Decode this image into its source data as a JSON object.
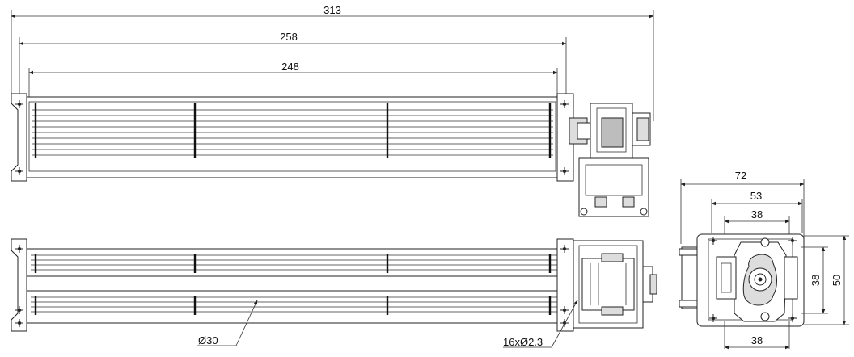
{
  "dimensions": {
    "overall_length": "313",
    "housing_length": "258",
    "impeller_length": "248",
    "impeller_diameter": "Ø30",
    "mount_holes": "16xØ2.3",
    "end_width": "72",
    "end_inner_width": "53",
    "end_hole_spacing_top": "38",
    "end_hole_spacing_bottom": "38",
    "end_inner_height": "38",
    "end_height": "50"
  }
}
